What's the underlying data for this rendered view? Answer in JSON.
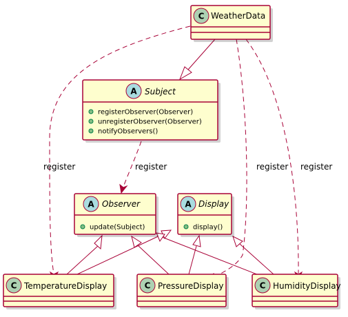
{
  "colors": {
    "class_fill": "#FEFECE",
    "border": "#A80036",
    "class_glyph": "#ADD1B2",
    "abstract_glyph": "#A9DCDF",
    "public_marker": "#84BE84"
  },
  "diagram": {
    "classes": {
      "weather_data": {
        "glyph": "C",
        "name": "WeatherData"
      },
      "subject": {
        "glyph": "A",
        "name": "Subject",
        "methods": [
          "registerObserver(Observer)",
          "unregisterObserver(Observer)",
          "notifyObservers()"
        ]
      },
      "observer": {
        "glyph": "A",
        "name": "Observer",
        "methods": [
          "update(Subject)"
        ]
      },
      "display": {
        "glyph": "A",
        "name": "Display",
        "methods": [
          "display()"
        ]
      },
      "temperature_display": {
        "glyph": "C",
        "name": "TemperatureDisplay"
      },
      "pressure_display": {
        "glyph": "C",
        "name": "PressureDisplay"
      },
      "humidity_display": {
        "glyph": "C",
        "name": "HumidityDisplay"
      }
    },
    "edge_labels": {
      "subject_observer": "register",
      "weather_temperature": "register",
      "weather_pressure": "register",
      "weather_humidity": "register"
    }
  }
}
